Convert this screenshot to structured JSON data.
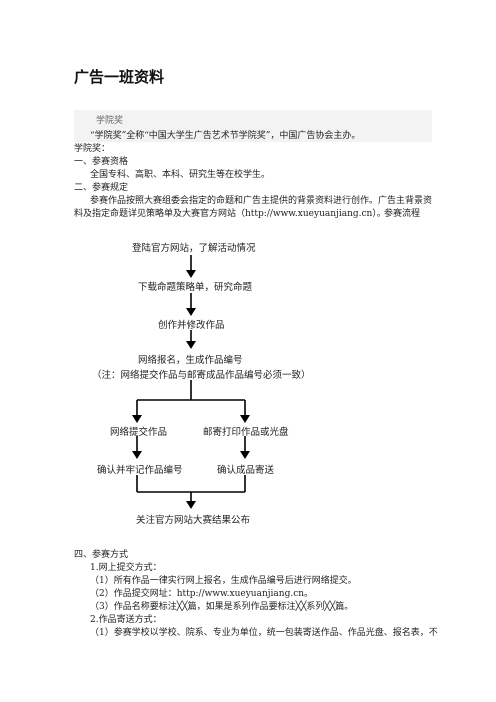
{
  "title": "广告一班资料",
  "intro": {
    "award_label": "学院奖",
    "award_desc": "“学院奖”全称“中国大学生广告艺术节学院奖”，中国广告协会主办。",
    "award_colon": "学院奖："
  },
  "section1": {
    "heading": "一、参赛资格",
    "text": "全国专科、高职、本科、研究生等在校学生。"
  },
  "section2": {
    "heading": "二、参赛规定",
    "line1": "参赛作品按照大赛组委会指定的命题和广告主提供的背景资料进行创作。广告主背景资",
    "line2": "料及指定命题详见策略单及大赛官方网站（http://www.xueyuanjiang.cn）。",
    "line2_tail": "参赛流程"
  },
  "flow": {
    "step1": "登陆官方网站，了解活动情况",
    "step2": "下载命题策略单，研究命题",
    "step3": "创作并修改作品",
    "step4": "网络报名，生成作品编号",
    "note": "（注：网络提交作品与邮寄成品作品编号必须一致）",
    "left_branch": "网络提交作品",
    "right_branch": "邮寄打印作品或光盘",
    "left_confirm": "确认并牢记作品编号",
    "right_confirm": "确认成品寄送",
    "final": "关注官方网站大赛结果公布"
  },
  "section4": {
    "heading": "四、参赛方式",
    "sub1": "1.网上提交方式：",
    "item1": "（1）所有作品一律实行网上报名，生成作品编号后进行网络提交。",
    "item2": "（2）作品提交网址：http://www.xueyuanjiang.cn。",
    "item3": "（3）作品名称要标注╳╳篇，如果是系列作品要标注╳╳系列╳╳篇。",
    "sub2": "2.作品寄送方式：",
    "item4": "（1）参赛学校以学校、院系、专业为单位，统一包装寄送作品、作品光盘、报名表，不"
  }
}
